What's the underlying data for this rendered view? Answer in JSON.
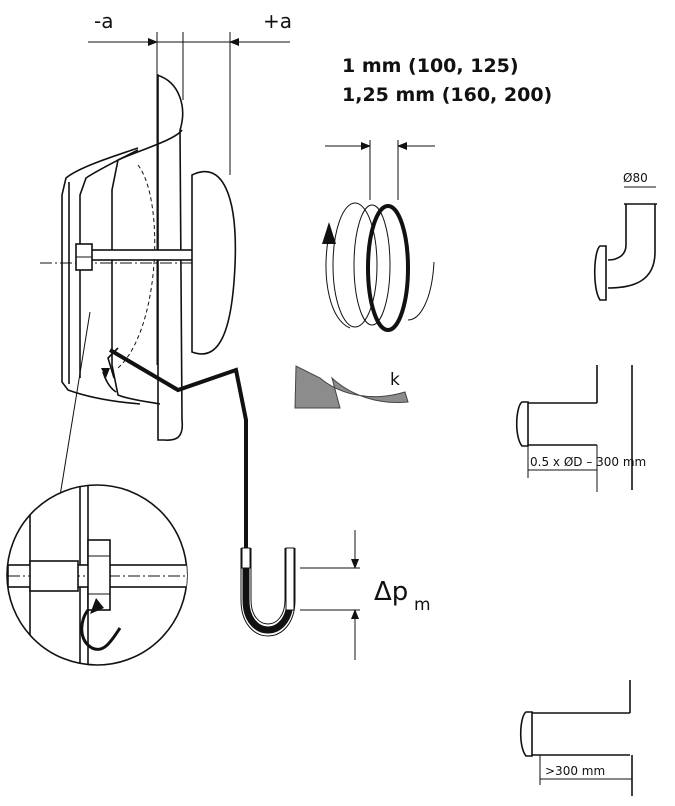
{
  "labels": {
    "minus_a": "-a",
    "plus_a": "+a",
    "spec_line_1": "1 mm (100, 125)",
    "spec_line_2": "1,25 mm (160, 200)",
    "k": "k",
    "delta_p": "Δp",
    "delta_p_sub": "m",
    "diameter_80": "Ø80",
    "distance_half_d": "0.5 x ØD – 300 mm",
    "distance_over_300": ">300 mm"
  },
  "icons": {
    "rotation_arrow": "curved-arrow-icon",
    "adjustment_hand": "hand-turn-icon"
  },
  "colors": {
    "line": "#111111",
    "arrow_fill": "#8c8c8c",
    "background": "#ffffff"
  }
}
